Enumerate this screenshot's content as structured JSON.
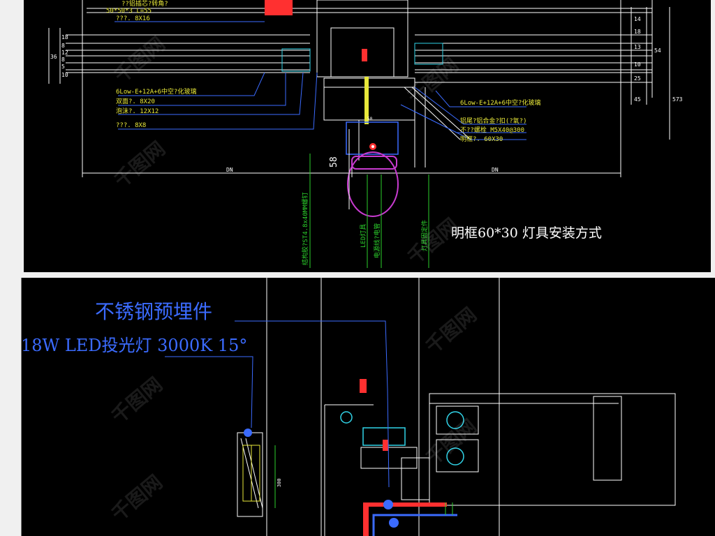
{
  "top_drawing": {
    "callouts_left": [
      "??铝插芯?转角?",
      "50*50*3  L=55",
      "???. 8X16",
      "6Low-E+12A+6中空?化玻璃",
      "双面?. 8X20",
      "泡沫?. 12X12",
      "???. 8X8"
    ],
    "callouts_right": [
      "6Low-E+12A+6中空?化玻璃",
      "铝尾?铝合金?扣(?氧?)",
      "不??螺栓 M5X40@300",
      "明框?. 60X30"
    ],
    "vertical_labels": [
      "结构胶?ST4.8x40MM螺钉",
      "LED灯具",
      "电源线?电管",
      "灯具固定件"
    ],
    "dim_left": "DN",
    "dim_right": "DN",
    "dim_vertical": "58",
    "dim_small": "50",
    "dims_right_column": [
      "14",
      "18",
      "13",
      "10",
      "25",
      "45"
    ],
    "dim_outer_right": "54",
    "dim_outer_right_2": "573",
    "dims_left_column": [
      "36",
      "18",
      "8",
      "12",
      "8",
      "5",
      "10"
    ],
    "caption": "明框60*30  灯具安装方式"
  },
  "bottom_drawing": {
    "label_line1": "不锈钢预埋件",
    "label_line2": "18W LED投光灯  3000K  15°",
    "dim_tag": "300"
  },
  "colors": {
    "background": "#000000",
    "frame": "#ffffff",
    "label_blue": "#3b6bff",
    "callout_yellow": "#e8e83a",
    "vertical_green": "#2cd12c",
    "fixture_magenta": "#c83bd0",
    "accent_red": "#ff3030",
    "accent_cyan": "#31d4e8"
  },
  "watermark": "千图网"
}
